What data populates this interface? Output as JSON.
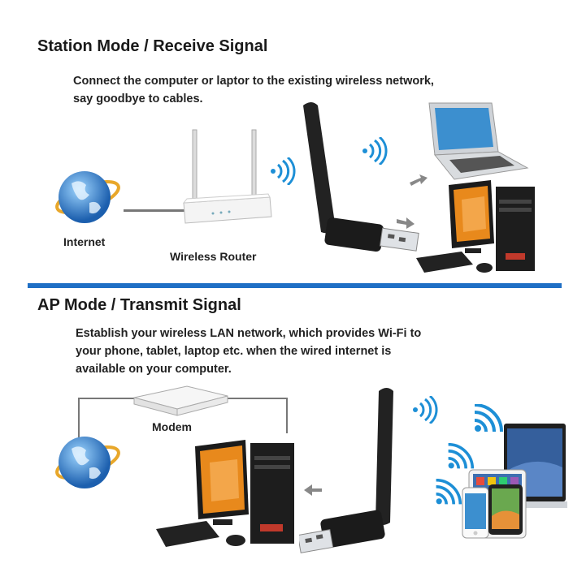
{
  "station": {
    "heading": "Station Mode / Receive Signal",
    "desc_line1": "Connect the computer or laptor to the existing wireless network,",
    "desc_line2": "say goodbye to cables.",
    "internet_label": "Internet",
    "router_label": "Wireless Router"
  },
  "ap": {
    "heading": "AP Mode / Transmit Signal",
    "desc_line1": "Establish your wireless LAN network, which provides Wi-Fi to",
    "desc_line2": "your phone, tablet, laptop etc. when the wired internet is",
    "desc_line3": "available on your computer.",
    "modem_label": "Modem"
  },
  "colors": {
    "accent_blue": "#1f6fc5",
    "wifi_blue": "#1d8fd6",
    "monitor_orange": "#e8891c"
  }
}
